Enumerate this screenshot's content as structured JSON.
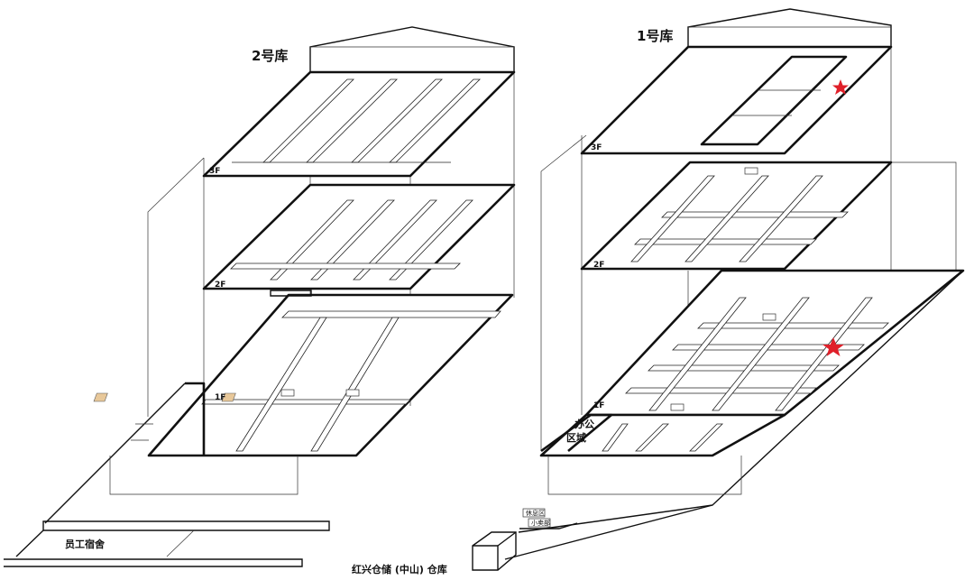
{
  "warehouse2": {
    "title": "2号库",
    "floors": [
      "3F",
      "2F",
      "1F"
    ]
  },
  "warehouse1": {
    "title": "1号库",
    "floors": [
      "3F",
      "2F",
      "1F"
    ],
    "office_line1": "办公",
    "office_line2": "区域"
  },
  "dormitory": "员工宿舍",
  "rest_area": "休息区",
  "shop": "小卖部",
  "caption": "红兴仓储 (中山) 仓库",
  "colors": {
    "star": "#e0202a",
    "marker": "#e8c89a",
    "line": "#111111"
  },
  "icons": [
    "star-icon",
    "star-icon",
    "stair-marker-icon"
  ]
}
